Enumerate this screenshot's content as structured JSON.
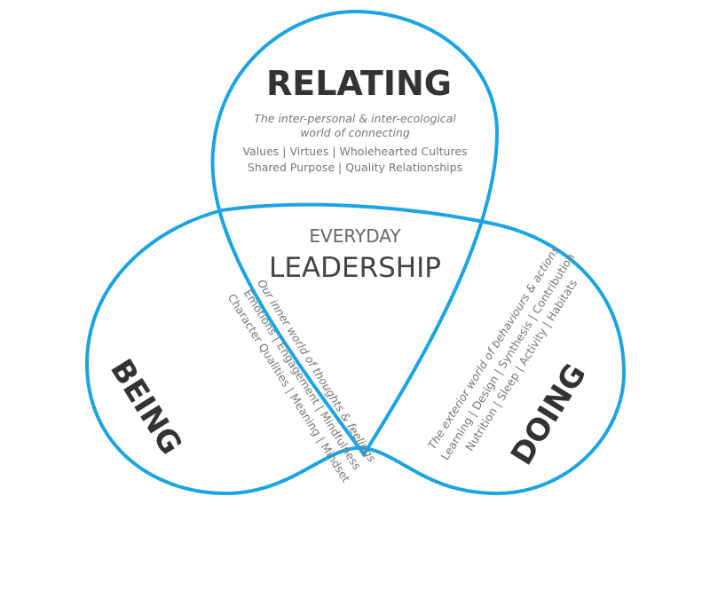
{
  "colors": {
    "stroke": "#1ba4e2",
    "title": "#333333",
    "text": "#777777"
  },
  "relating": {
    "title": "RELATING",
    "subtitle_1": "The inter-personal & inter-ecological",
    "subtitle_2": "world of connecting",
    "list_1": "Values | Virtues | Wholehearted Cultures",
    "list_2": "Shared Purpose | Quality Relationships"
  },
  "center": {
    "line_1": "EVERYDAY",
    "line_2": "LEADERSHIP"
  },
  "being": {
    "title": "BEING",
    "subtitle": "Our inner world of thoughts & feelings",
    "list_1": "Emotions | Engagement | Mindfulness",
    "list_2": "Character Qualities | Meaning | Mindset"
  },
  "doing": {
    "title": "DOING",
    "subtitle": "The exterior world of behaviours & actions",
    "list_1": "Learning | Design | Synthesis | Contribution",
    "list_2": "Nutrition | Sleep | Activity | Habitats"
  }
}
